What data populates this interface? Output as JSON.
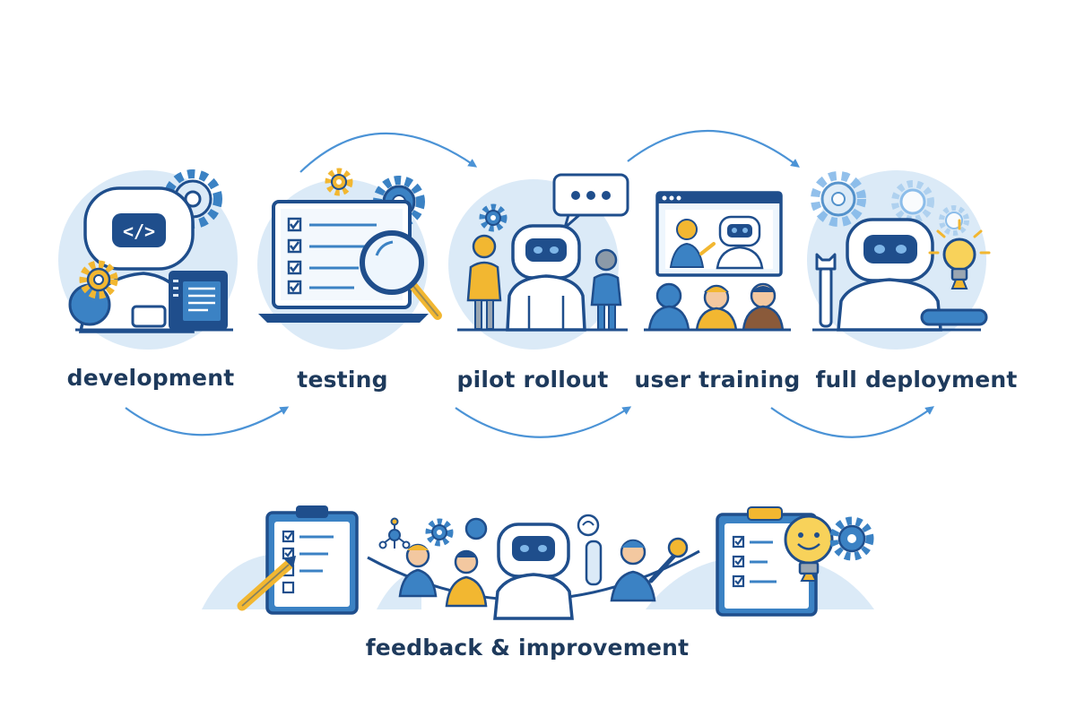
{
  "stages": [
    {
      "id": "development",
      "label": "development"
    },
    {
      "id": "testing",
      "label": "testing"
    },
    {
      "id": "pilot",
      "label": "pilot rollout"
    },
    {
      "id": "training",
      "label": "user training"
    },
    {
      "id": "deployment",
      "label": "full deployment"
    }
  ],
  "feedback": {
    "label": "feedback & improvement"
  },
  "colors": {
    "navy": "#1f4e8c",
    "dark": "#1e3a5c",
    "blue": "#3b82c4",
    "light": "#dbeaf7",
    "yellow": "#f2b731",
    "skin": "#f3c8a0",
    "brown": "#8a5a3a",
    "arrow": "#4b93d6"
  }
}
